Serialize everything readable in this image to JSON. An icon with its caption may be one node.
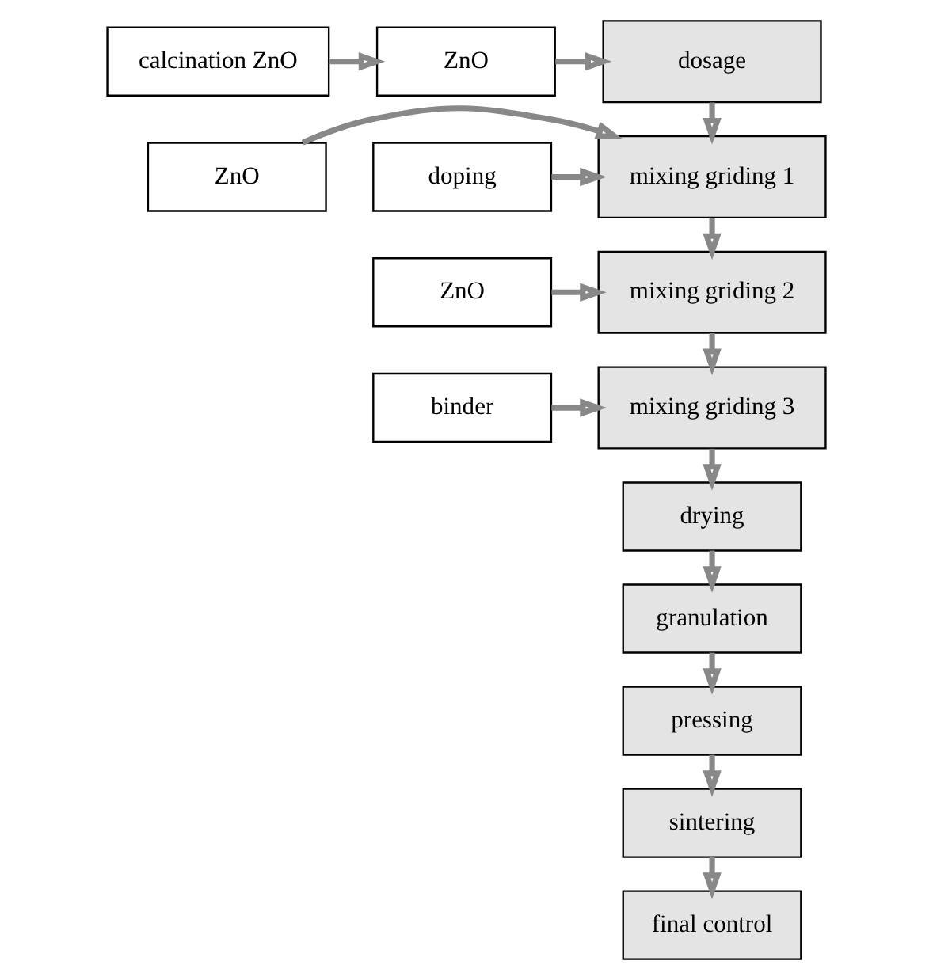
{
  "diagram": {
    "nodes": [
      {
        "text": [
          "calcination ZnO"
        ]
      },
      {
        "text": [
          "ZnO"
        ]
      },
      {
        "text": [
          "dosage"
        ]
      },
      {
        "text": [
          "ZnO"
        ]
      },
      {
        "text": [
          "mixing griding 1"
        ]
      },
      {
        "text": [
          "doping"
        ]
      },
      {
        "text": [
          "ZnO"
        ]
      },
      {
        "text": [
          "mixing griding 2"
        ]
      },
      {
        "text": [
          "mixing griding 3"
        ]
      },
      {
        "text": [
          "binder"
        ]
      },
      {
        "text": [
          "drying"
        ]
      },
      {
        "text": [
          "granulation"
        ]
      },
      {
        "text": [
          "pressing"
        ]
      },
      {
        "text": [
          "sintering"
        ]
      },
      {
        "text": [
          "final control"
        ]
      }
    ],
    "edges": [
      {
        "from": 0,
        "to": 1,
        "arrow": "to"
      },
      {
        "from": 1,
        "to": 2,
        "arrow": "to"
      },
      {
        "from": 2,
        "to": 4,
        "arrow": "to"
      },
      {
        "from": 3,
        "to": 4,
        "arrow": "to"
      },
      {
        "from": 5,
        "to": 4,
        "arrow": "to"
      },
      {
        "from": 4,
        "to": 7,
        "arrow": "to"
      },
      {
        "from": 6,
        "to": 7,
        "arrow": "to"
      },
      {
        "from": 7,
        "to": 8,
        "arrow": "to"
      },
      {
        "from": 9,
        "to": 8,
        "arrow": "to"
      },
      {
        "from": 8,
        "to": 10,
        "arrow": "to"
      },
      {
        "from": 10,
        "to": 11,
        "arrow": "to"
      },
      {
        "from": 11,
        "to": 12,
        "arrow": "to"
      },
      {
        "from": 12,
        "to": 13,
        "arrow": "to"
      },
      {
        "from": 13,
        "to": 14,
        "arrow": "to"
      }
    ]
  }
}
